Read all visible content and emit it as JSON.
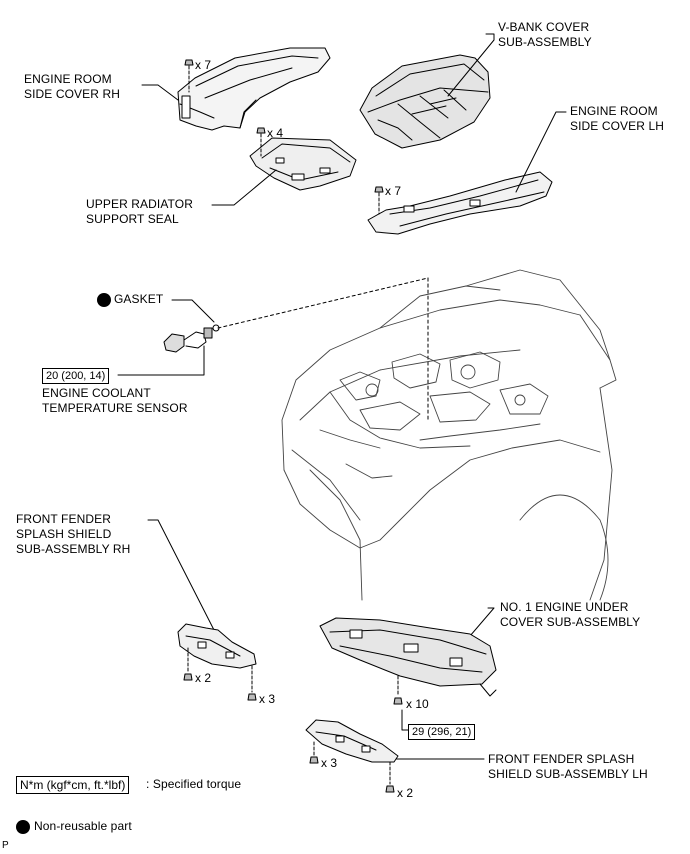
{
  "labels": {
    "engine_room_side_cover_rh": [
      "ENGINE ROOM",
      "SIDE COVER RH"
    ],
    "v_bank_cover": [
      "V-BANK COVER",
      "SUB-ASSEMBLY"
    ],
    "engine_room_side_cover_lh": [
      "ENGINE ROOM",
      "SIDE COVER LH"
    ],
    "upper_radiator_support_seal": [
      "UPPER RADIATOR",
      "SUPPORT SEAL"
    ],
    "gasket": "GASKET",
    "engine_coolant_temperature_sensor": [
      "ENGINE COOLANT",
      "TEMPERATURE SENSOR"
    ],
    "front_fender_splash_shield_rh": [
      "FRONT FENDER",
      "SPLASH SHIELD",
      "SUB-ASSEMBLY RH"
    ],
    "no1_engine_under_cover": [
      "NO. 1 ENGINE UNDER",
      "COVER SUB-ASSEMBLY"
    ],
    "front_fender_splash_shield_lh": [
      "FRONT FENDER SPLASH",
      "SHIELD SUB-ASSEMBLY LH"
    ]
  },
  "quantities": {
    "rh_side_cover": "x 7",
    "upper_seal": "x 4",
    "lh_side_cover": "x 7",
    "rh_shield_a": "x 2",
    "rh_shield_b": "x 3",
    "under_cover": "x 10",
    "lh_shield_a": "x 3",
    "lh_shield_b": "x 2"
  },
  "torques": {
    "sensor": "20 (200, 14)",
    "under_cover": "29 (296, 21)"
  },
  "legend": {
    "torque_unit": "N*m (kgf*cm, ft.*lbf)",
    "torque_text": ": Specified torque",
    "nonreusable_text": "Non-reusable part"
  },
  "corner_mark": "P"
}
